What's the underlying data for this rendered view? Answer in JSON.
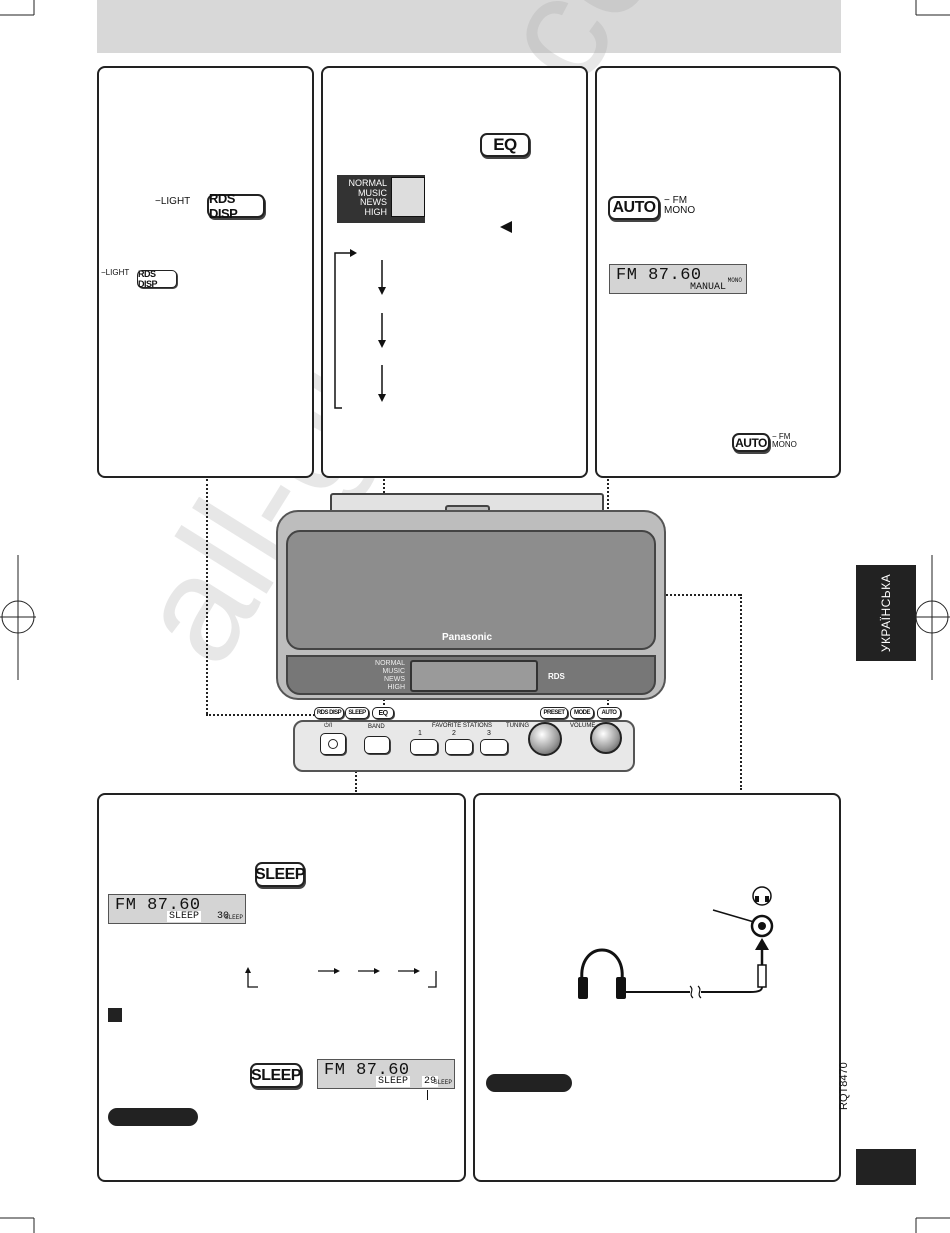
{
  "buttons": {
    "rds_disp": "RDS DISP",
    "light_tag": "LIGHT",
    "eq": "EQ",
    "auto": "AUTO",
    "fm": "FM",
    "mono": "MONO",
    "sleep": "SLEEP"
  },
  "eq_modes": [
    "NORMAL",
    "MUSIC",
    "NEWS",
    "HIGH"
  ],
  "fm_display": {
    "freq": "FM  87.60",
    "manual": "MANUAL",
    "mono_tag": "MONO"
  },
  "sleep_display_1": {
    "freq": "FM  87.60",
    "label": "SLEEP",
    "minutes": "30",
    "tag": "SLEEP"
  },
  "sleep_display_2": {
    "freq": "FM  87.60",
    "label": "SLEEP",
    "minutes": "29",
    "tag": "SLEEP"
  },
  "radio": {
    "brand": "Panasonic",
    "rds": "RDS",
    "favorite_stations": "FAVORITE STATIONS",
    "station_1": "1",
    "station_2": "2",
    "station_3": "3",
    "band": "BAND",
    "tuning": "TUNING",
    "volume": "VOLUME",
    "preset": "PRESET",
    "mode": "MODE",
    "power": "⏻/I",
    "minus": "−",
    "plus": "+"
  },
  "side_tab": "УКРАЇНСЬКА",
  "model_code": "RQT8470",
  "watermark": "all-guides.com"
}
